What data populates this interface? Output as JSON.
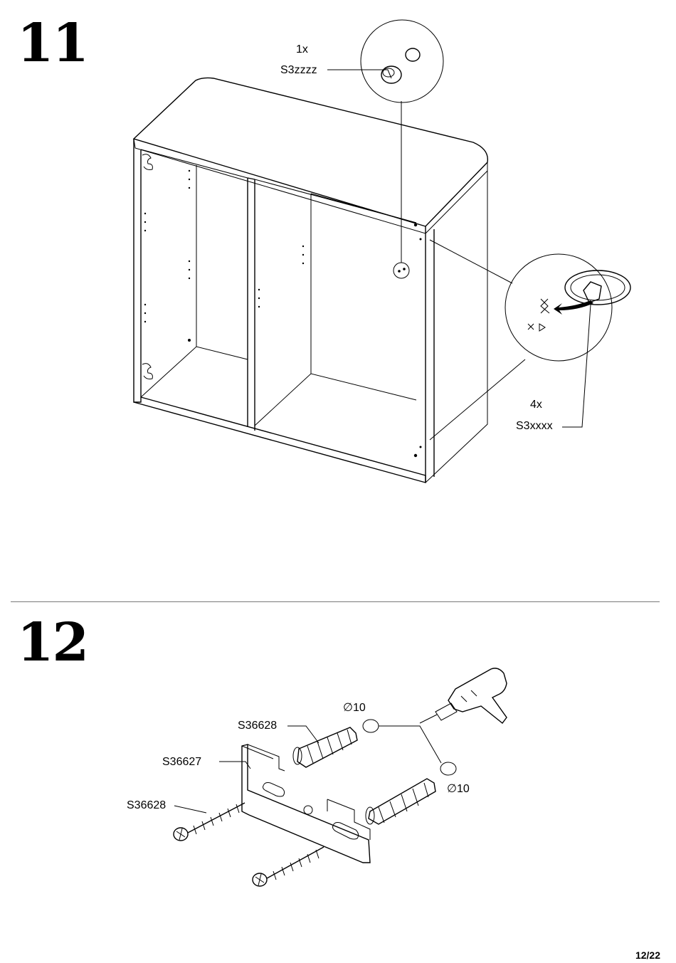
{
  "steps": {
    "step11": {
      "number": "11",
      "cam_cap": {
        "qty": "1x",
        "code": "S3zzzz"
      },
      "cam_lock": {
        "qty": "4x",
        "code": "S3xxxx"
      }
    },
    "step12": {
      "number": "12",
      "dowel_label": "S36628",
      "bracket_label": "S36627",
      "screw_label": "S36628",
      "drill_diameter_1": "10",
      "drill_diameter_2": "10",
      "diameter_symbol": "∅"
    }
  },
  "page": {
    "number": "12/22"
  }
}
